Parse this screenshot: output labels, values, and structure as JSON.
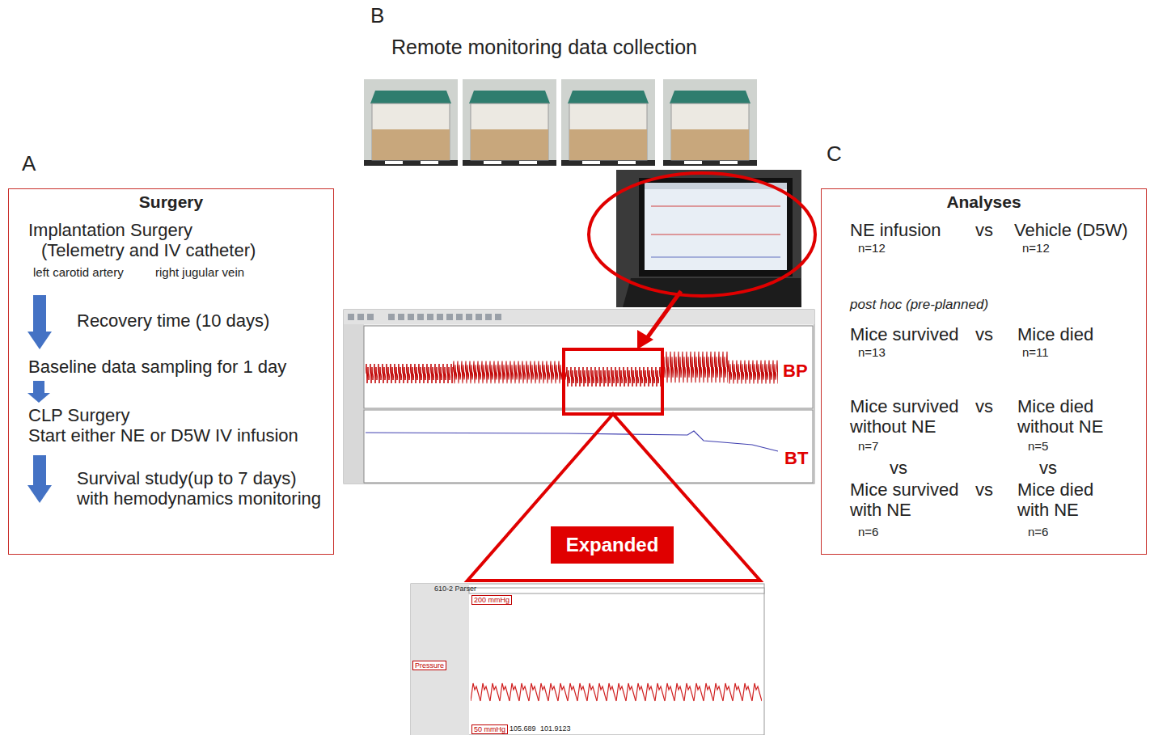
{
  "diagram": {
    "nodes": [
      {
        "text": [
          "Surgery",
          "Implantation Surgery (Telemetry and IV catheter)",
          "left carotid artery",
          "right jugular vein",
          "Recovery time (10 days)",
          "Baseline data sampling for 1 day",
          "CLP Surgery",
          "Start either NE or D5W IV infusion",
          "Survival study(up to 7 days) with hemodynamics monitoring"
        ]
      },
      {
        "text": [
          "Analyses",
          "NE infusion",
          "vs",
          "Vehicle (D5W)",
          "n=12",
          "n=12",
          "post hoc (pre-planned)",
          "Mice survived",
          "vs",
          "Mice died",
          "n=13",
          "n=11",
          "Mice survived without NE",
          "vs",
          "Mice died without NE",
          "n=7",
          "n=5",
          "vs",
          "vs",
          "Mice survived with NE",
          "vs",
          "Mice died with NE",
          "n=6",
          "n=6"
        ]
      },
      {
        "text": [
          "Expanded"
        ]
      }
    ],
    "labels": [
      "A",
      "B",
      "Remote monitoring data collection",
      "C",
      "BP",
      "BT",
      "610-2 Parser",
      "200 mmHg",
      "Pressure",
      "50 mmHg",
      "105.689",
      "101.9123"
    ]
  }
}
